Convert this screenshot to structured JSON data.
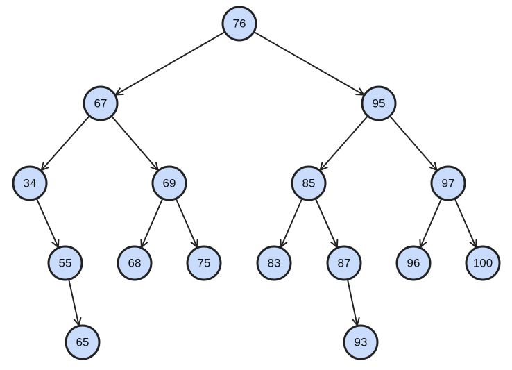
{
  "tree": {
    "node_fill": "#c9dcfb",
    "stroke_color": "#222222",
    "nodes": [
      {
        "id": "n76",
        "label": "76"
      },
      {
        "id": "n67",
        "label": "67"
      },
      {
        "id": "n95",
        "label": "95"
      },
      {
        "id": "n34",
        "label": "34"
      },
      {
        "id": "n69",
        "label": "69"
      },
      {
        "id": "n85",
        "label": "85"
      },
      {
        "id": "n97",
        "label": "97"
      },
      {
        "id": "n55",
        "label": "55"
      },
      {
        "id": "n68",
        "label": "68"
      },
      {
        "id": "n75",
        "label": "75"
      },
      {
        "id": "n83",
        "label": "83"
      },
      {
        "id": "n87",
        "label": "87"
      },
      {
        "id": "n96",
        "label": "96"
      },
      {
        "id": "n100",
        "label": "100"
      },
      {
        "id": "n65",
        "label": "65"
      },
      {
        "id": "n93",
        "label": "93"
      }
    ],
    "edges": [
      {
        "from": "n76",
        "to": "n67"
      },
      {
        "from": "n76",
        "to": "n95"
      },
      {
        "from": "n67",
        "to": "n34"
      },
      {
        "from": "n67",
        "to": "n69"
      },
      {
        "from": "n95",
        "to": "n85"
      },
      {
        "from": "n95",
        "to": "n97"
      },
      {
        "from": "n34",
        "to": "n55"
      },
      {
        "from": "n69",
        "to": "n68"
      },
      {
        "from": "n69",
        "to": "n75"
      },
      {
        "from": "n85",
        "to": "n83"
      },
      {
        "from": "n85",
        "to": "n87"
      },
      {
        "from": "n97",
        "to": "n96"
      },
      {
        "from": "n97",
        "to": "n100"
      },
      {
        "from": "n55",
        "to": "n65"
      },
      {
        "from": "n87",
        "to": "n93"
      }
    ]
  }
}
